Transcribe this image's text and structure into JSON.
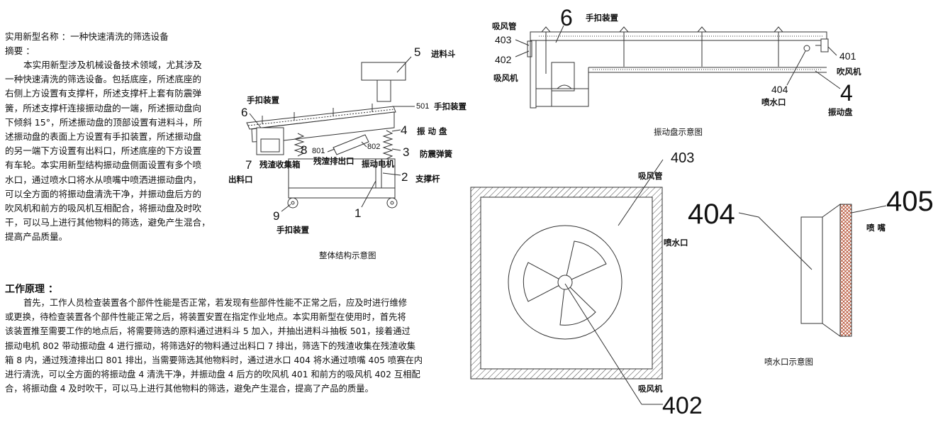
{
  "doc": {
    "name_line": "实用新型名称 ：一种快速清洗的筛选设备",
    "abstract_head": "摘要 ：",
    "abstract_lines": [
      "本实用新型涉及机械设备技术领域，尤其涉及",
      "一种快速清洗的筛选设备。包括底座，所述底座的",
      "右侧上方设置有支撑杆，所述支撑杆上套有防震弹",
      "簧，所述支撑杆连接振动盘的一端，所述振动盘向",
      "下倾斜 15°，所述振动盘的顶部设置有进料斗，所",
      "述振动盘的表面上方设置有手扣装置，所述振动盘",
      "的另一端下方设置有出料口，所述底座的下方设置",
      "有车轮。本实用新型结构振动盘侧面设置有多个喷",
      "水口，通过喷水口将水从喷嘴中喷洒进振动盘内，",
      "可以全方面的将振动盘清洗干净，并振动盘后方的",
      "吹风机和前方的吸风机互相配合，将振动盘及时吹",
      "干，可以马上进行其他物料的筛选，避免产生混合，",
      "提高产品质量。"
    ],
    "principle_head": "工作原理 ：",
    "principle_lines": [
      "首先，工作人员检查装置各个部件性能是否正常，若发现有些部件性能不正常之后，应及时进行维修",
      "或更换，待检查装置各个部件性能正常之后，将装置安置在指定作业地点。本实用新型在使用时，首先将",
      "该装置推至需要工作的地点后，将需要筛选的原料通过进料斗 5 加入，并抽出进料斗抽板 501，接着通过",
      "振动电机 802 带动振动盘 4 进行振动，将筛选好的物料通过出料口 7 排出，筛选下的残渣收集在残渣收集",
      "箱 8 内，通过残渣排出口 801 排出，当需要筛选其他物料时，通过进水口 404 将水通过喷嘴 405 喷赛在内",
      "进行清洗，可以全方面的将振动盘 4 清洗干净，并振动盘 4 后方的吹风机 401 和前方的吸风机 402 互相配",
      "合，将振动盘 4 及时吹干，可以马上进行其他物料的筛选，避免产生混合，提高了产品的质量。"
    ]
  },
  "fig_overall": {
    "caption": "整体结构示意图",
    "labels": {
      "n5": "5",
      "t5": "进料斗",
      "t501": "501",
      "t501_name": "手扣装置",
      "t6_name": "手扣装置",
      "n6": "6",
      "n4": "4",
      "t4": "振 动 盘",
      "t801": "801",
      "t802": "802",
      "n8": "8",
      "t8": "残渣收集箱",
      "t801_name": "残渣排出口",
      "n3": "3",
      "t3": "防震弹簧",
      "n7": "7",
      "t7": "出料口",
      "t802_name": "振动电机",
      "n2": "2",
      "t2": "支撑杆",
      "n1": "1",
      "n9": "9",
      "t9": "手扣装置"
    }
  },
  "fig_disk": {
    "caption": "振动盘示意图",
    "labels": {
      "t_tube": "吸风管",
      "n6": "6",
      "t6": "手扣装置",
      "n403": "403",
      "n402": "402",
      "t_fan": "吸风机",
      "n401": "401",
      "t401": "吹风机",
      "n404": "404",
      "t404": "喷水口",
      "n4": "4",
      "t4": "振动盘"
    }
  },
  "fig_fan": {
    "labels": {
      "n403": "403",
      "t403": "吸风管",
      "t_nozzle_port": "喷水口",
      "t402": "吸风机",
      "n402": "402"
    }
  },
  "fig_nozzle": {
    "caption": "喷水口示意图",
    "labels": {
      "n404": "404",
      "n405": "405",
      "t405": "喷  嘴"
    }
  }
}
